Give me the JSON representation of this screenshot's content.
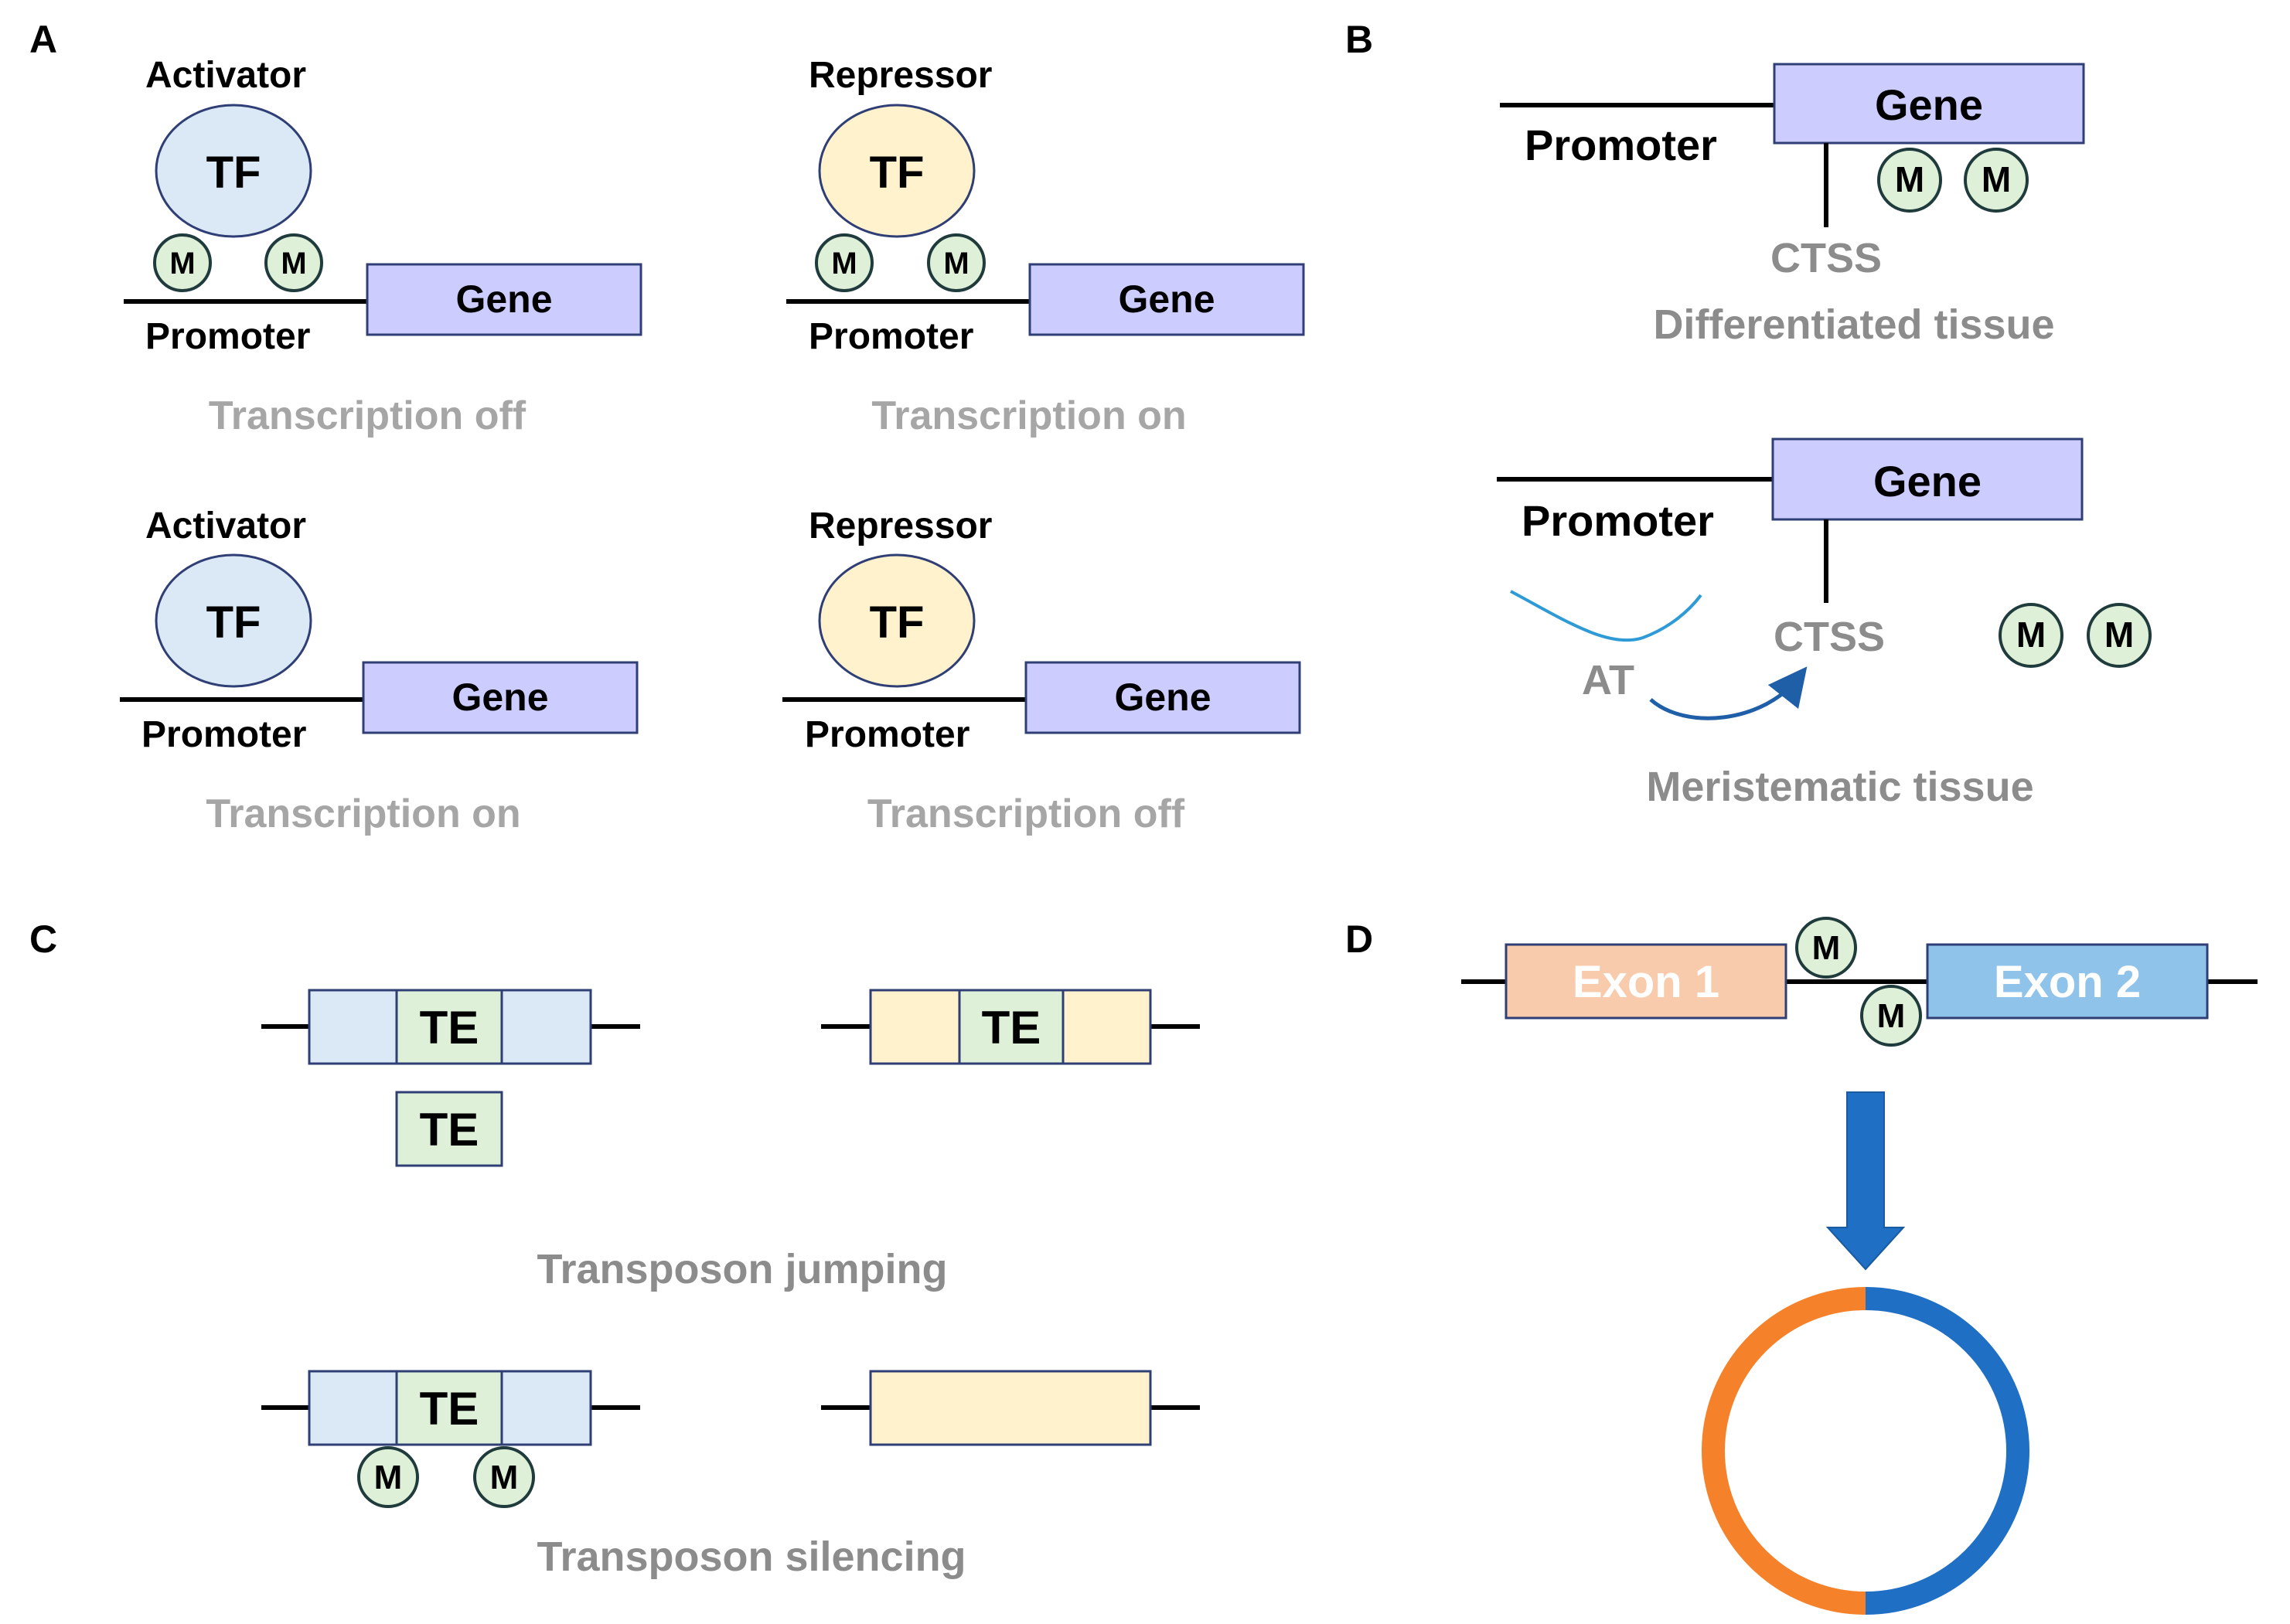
{
  "panels": {
    "a": "A",
    "b": "B",
    "c": "C",
    "d": "D"
  },
  "panel_a": {
    "activator": "Activator",
    "repressor": "Repressor",
    "tf": "TF",
    "methyl": "M",
    "gene": "Gene",
    "promoter": "Promoter",
    "status_top_left": "Transcription off",
    "status_top_right": "Transcription on",
    "status_bottom_left": "Transcription on",
    "status_bottom_right": "Transcription off"
  },
  "panel_b": {
    "gene": "Gene",
    "promoter": "Promoter",
    "methyl": "M",
    "ctss": "CTSS",
    "at": "AT",
    "differentiated": "Differentiated  tissue",
    "meristematic": "Meristematic  tissue"
  },
  "panel_c": {
    "te": "TE",
    "methyl": "M",
    "jumping": "Transposon  jumping",
    "silencing": "Transposon  silencing"
  },
  "panel_d": {
    "exon1": "Exon 1",
    "exon2": "Exon 2",
    "methyl": "M"
  },
  "colors": {
    "activator_fill": "#dbe9f6",
    "repressor_fill": "#fff2cc",
    "gene_fill": "#ccccff",
    "methyl_fill": "#dff0d8",
    "exon1_fill": "#f8cbad",
    "exon2_fill": "#8fc3ea",
    "arrow_blue": "#1f6fc4",
    "circle_orange": "#f5822a",
    "circle_blue": "#1f6fc4"
  }
}
